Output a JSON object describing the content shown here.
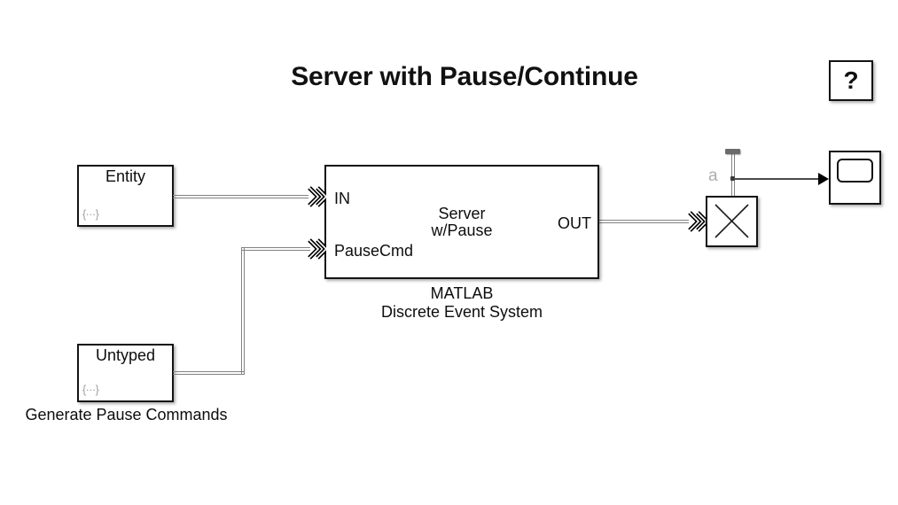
{
  "title": "Server with Pause/Continue",
  "help": {
    "label": "?"
  },
  "blocks": {
    "entity_generator": {
      "label": "Entity",
      "badge": "{···}"
    },
    "pause_command_generator": {
      "label": "Untyped",
      "badge": "{···}",
      "caption": "Generate Pause Commands"
    },
    "server": {
      "name_line1": "Server",
      "name_line2": "w/Pause",
      "port_in": "IN",
      "port_pause": "PauseCmd",
      "port_out": "OUT",
      "caption_line1": "MATLAB",
      "caption_line2": "Discrete Event System"
    },
    "entity_terminator": {
      "icon": "x-cross-icon"
    },
    "scope": {
      "icon": "scope-screen-icon"
    }
  },
  "signals": {
    "tap_label": "a"
  },
  "colors": {
    "block_border": "#141414",
    "entity_line": "#828282",
    "signal_line": "#4a4a4a",
    "muted_gray": "#9f9f9f",
    "background": "#ffffff"
  }
}
